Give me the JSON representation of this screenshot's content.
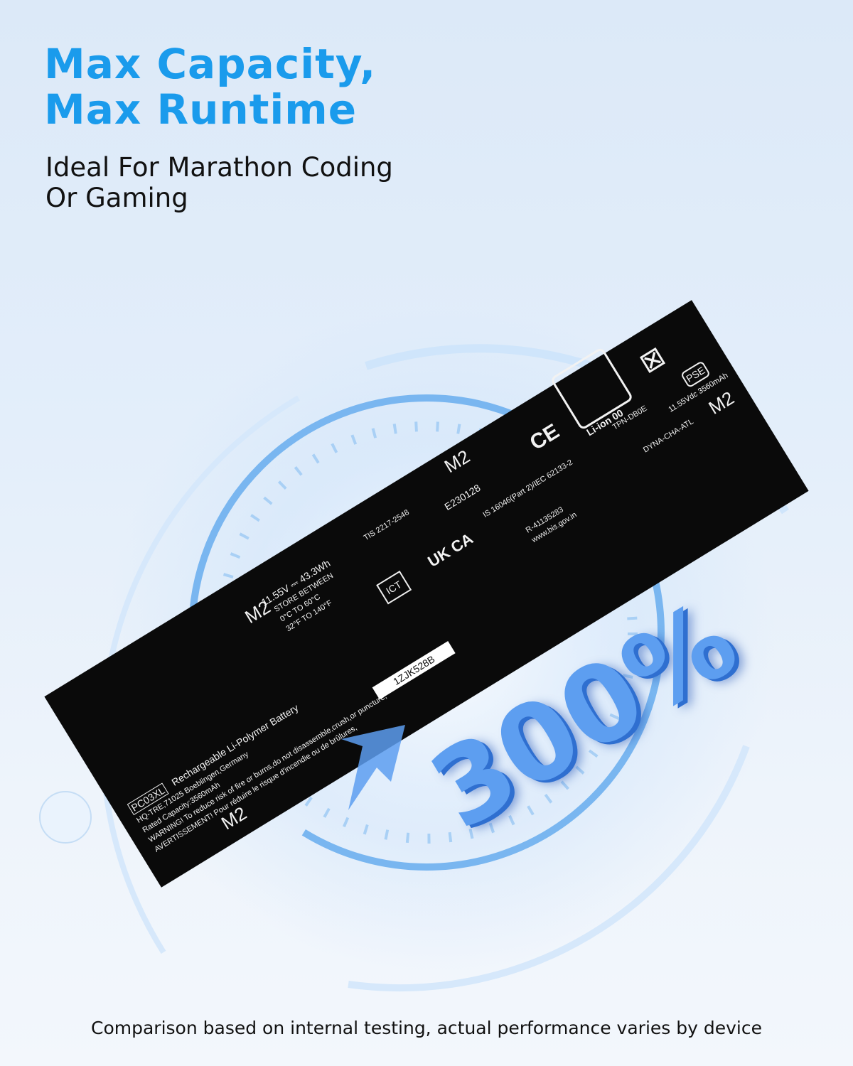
{
  "header": {
    "title_line1": "Max Capacity,",
    "title_line2": "Max Runtime",
    "subtitle_line1": "Ideal For Marathon Coding",
    "subtitle_line2": "Or Gaming"
  },
  "battery": {
    "model": "PC03XL",
    "type": "Rechargeable Li-Polymer Battery",
    "address": "HQ-TRE,71025 Boeblingen,Germany",
    "capacity": "Rated Capacity:3560mAh",
    "rating": "11.55V ⎓ 43.3Wh",
    "store": "STORE BETWEEN",
    "temp_c": "0°C TO 60°C",
    "temp_f": "32°F TO 140°F",
    "tis": "TIS 2217-2548",
    "ul": "E230128",
    "is_code": "IS 16046(Part 2)/IEC 62133-2",
    "bis_reg": "R-41135283",
    "bis_url": "www.bis.gov.in",
    "ukca": "UK CA",
    "ict": "ICT",
    "ce": "CE",
    "liion": "Li-ion 00",
    "maker": "DYNA-CHA-ATL",
    "tpn": "TPN-DB0E",
    "pse": "PSE",
    "pse_spec": "11.55Vdc 3560mAh",
    "mount_label": "M2",
    "warning": "WARNING! To reduce risk of fire or burns,do not disassemble,crush,or puncture;",
    "warning_fr": "AVERTISSEMENT! Pour réduire le risque d'incendie ou de brûlures,",
    "serial": "1ZJK528B"
  },
  "badge": {
    "percent": "300%",
    "color": "#5d9ef0"
  },
  "footer": {
    "note": "Comparison based on internal testing, actual performance varies by device"
  },
  "colors": {
    "accent": "#1a9bec",
    "battery": "#0a0a0a"
  }
}
